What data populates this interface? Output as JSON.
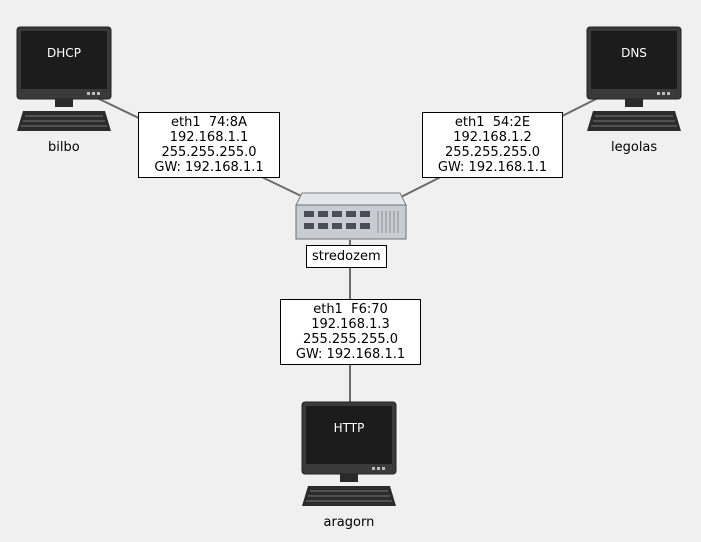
{
  "nodes": {
    "bilbo": {
      "hostname": "bilbo",
      "service": "DHCP"
    },
    "legolas": {
      "hostname": "legolas",
      "service": "DNS"
    },
    "aragorn": {
      "hostname": "aragorn",
      "service": "HTTP"
    },
    "switch": {
      "name": "stredozem"
    }
  },
  "interfaces": {
    "bilbo": {
      "iface": "eth1  74:8A",
      "ip": "192.168.1.1",
      "mask": "255.255.255.0",
      "gw": "GW: 192.168.1.1"
    },
    "legolas": {
      "iface": "eth1  54:2E",
      "ip": "192.168.1.2",
      "mask": "255.255.255.0",
      "gw": "GW: 192.168.1.1"
    },
    "aragorn": {
      "iface": "eth1  F6:70",
      "ip": "192.168.1.3",
      "mask": "255.255.255.0",
      "gw": "GW: 192.168.1.1"
    }
  },
  "colors": {
    "background": "#f0f0f0",
    "monitor_screen": "#1c1c1c",
    "link": "#6b6b6b",
    "switch_body": "#c9cdd3"
  }
}
